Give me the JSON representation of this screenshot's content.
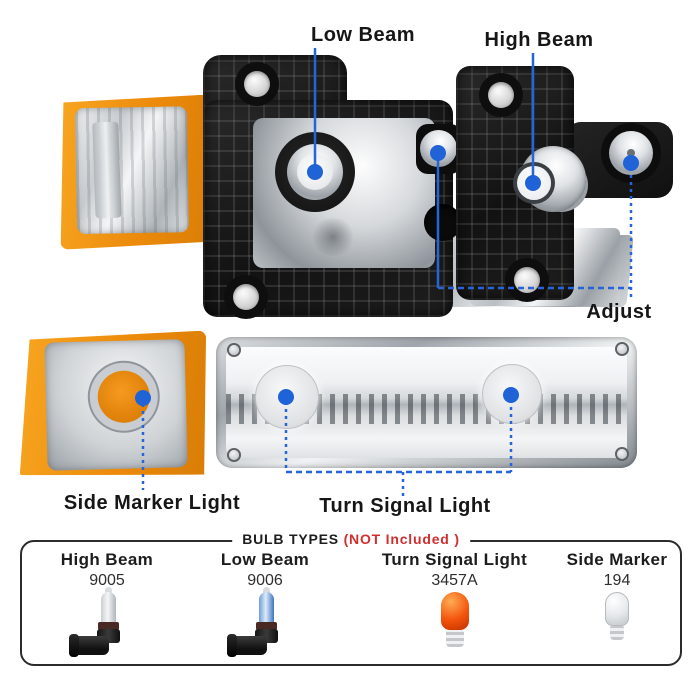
{
  "callouts": {
    "low_beam": "Low Beam",
    "high_beam": "High Beam",
    "adjust": "Adjust",
    "side_marker": "Side Marker Light",
    "turn_signal": "Turn Signal Light"
  },
  "bulb_box": {
    "title_prefix": "BULB TYPES ",
    "title_note": "(NOT Included )",
    "columns": [
      {
        "name": "High Beam",
        "code": "9005",
        "icon": "halogen-clear-bulb"
      },
      {
        "name": "Low Beam",
        "code": "9006",
        "icon": "halogen-blue-bulb"
      },
      {
        "name": "Turn Signal Light",
        "code": "3457A",
        "icon": "amber-wedge-bulb"
      },
      {
        "name": "Side Marker",
        "code": "194",
        "icon": "clear-wedge-bulb"
      }
    ]
  },
  "colors": {
    "callout_blue": "#2565d8",
    "corner_light_amber": "#ec8a0b",
    "note_red": "#cf2f2f",
    "plate_black": "#171717"
  }
}
